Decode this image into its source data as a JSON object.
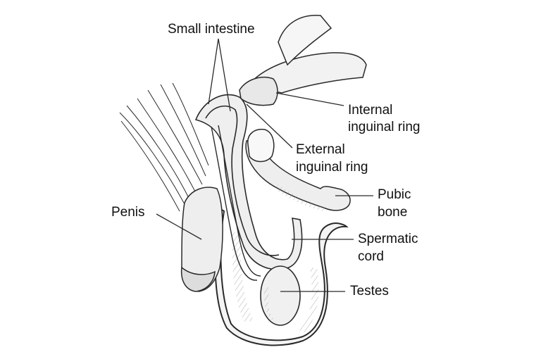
{
  "diagram": {
    "labels": {
      "small_intestine": "Small intestine",
      "internal_ring_1": "Internal",
      "internal_ring_2": "inguinal ring",
      "external_ring_1": "External",
      "external_ring_2": "inguinal ring",
      "pubic_1": "Pubic",
      "pubic_2": "bone",
      "penis": "Penis",
      "spermatic_1": "Spermatic",
      "spermatic_2": "cord",
      "testes": "Testes"
    },
    "colors": {
      "ink": "#2a2a2a",
      "text": "#111111",
      "tissue": "#eeeeee",
      "shade": "#d6d6d6",
      "background": "#ffffff"
    }
  }
}
